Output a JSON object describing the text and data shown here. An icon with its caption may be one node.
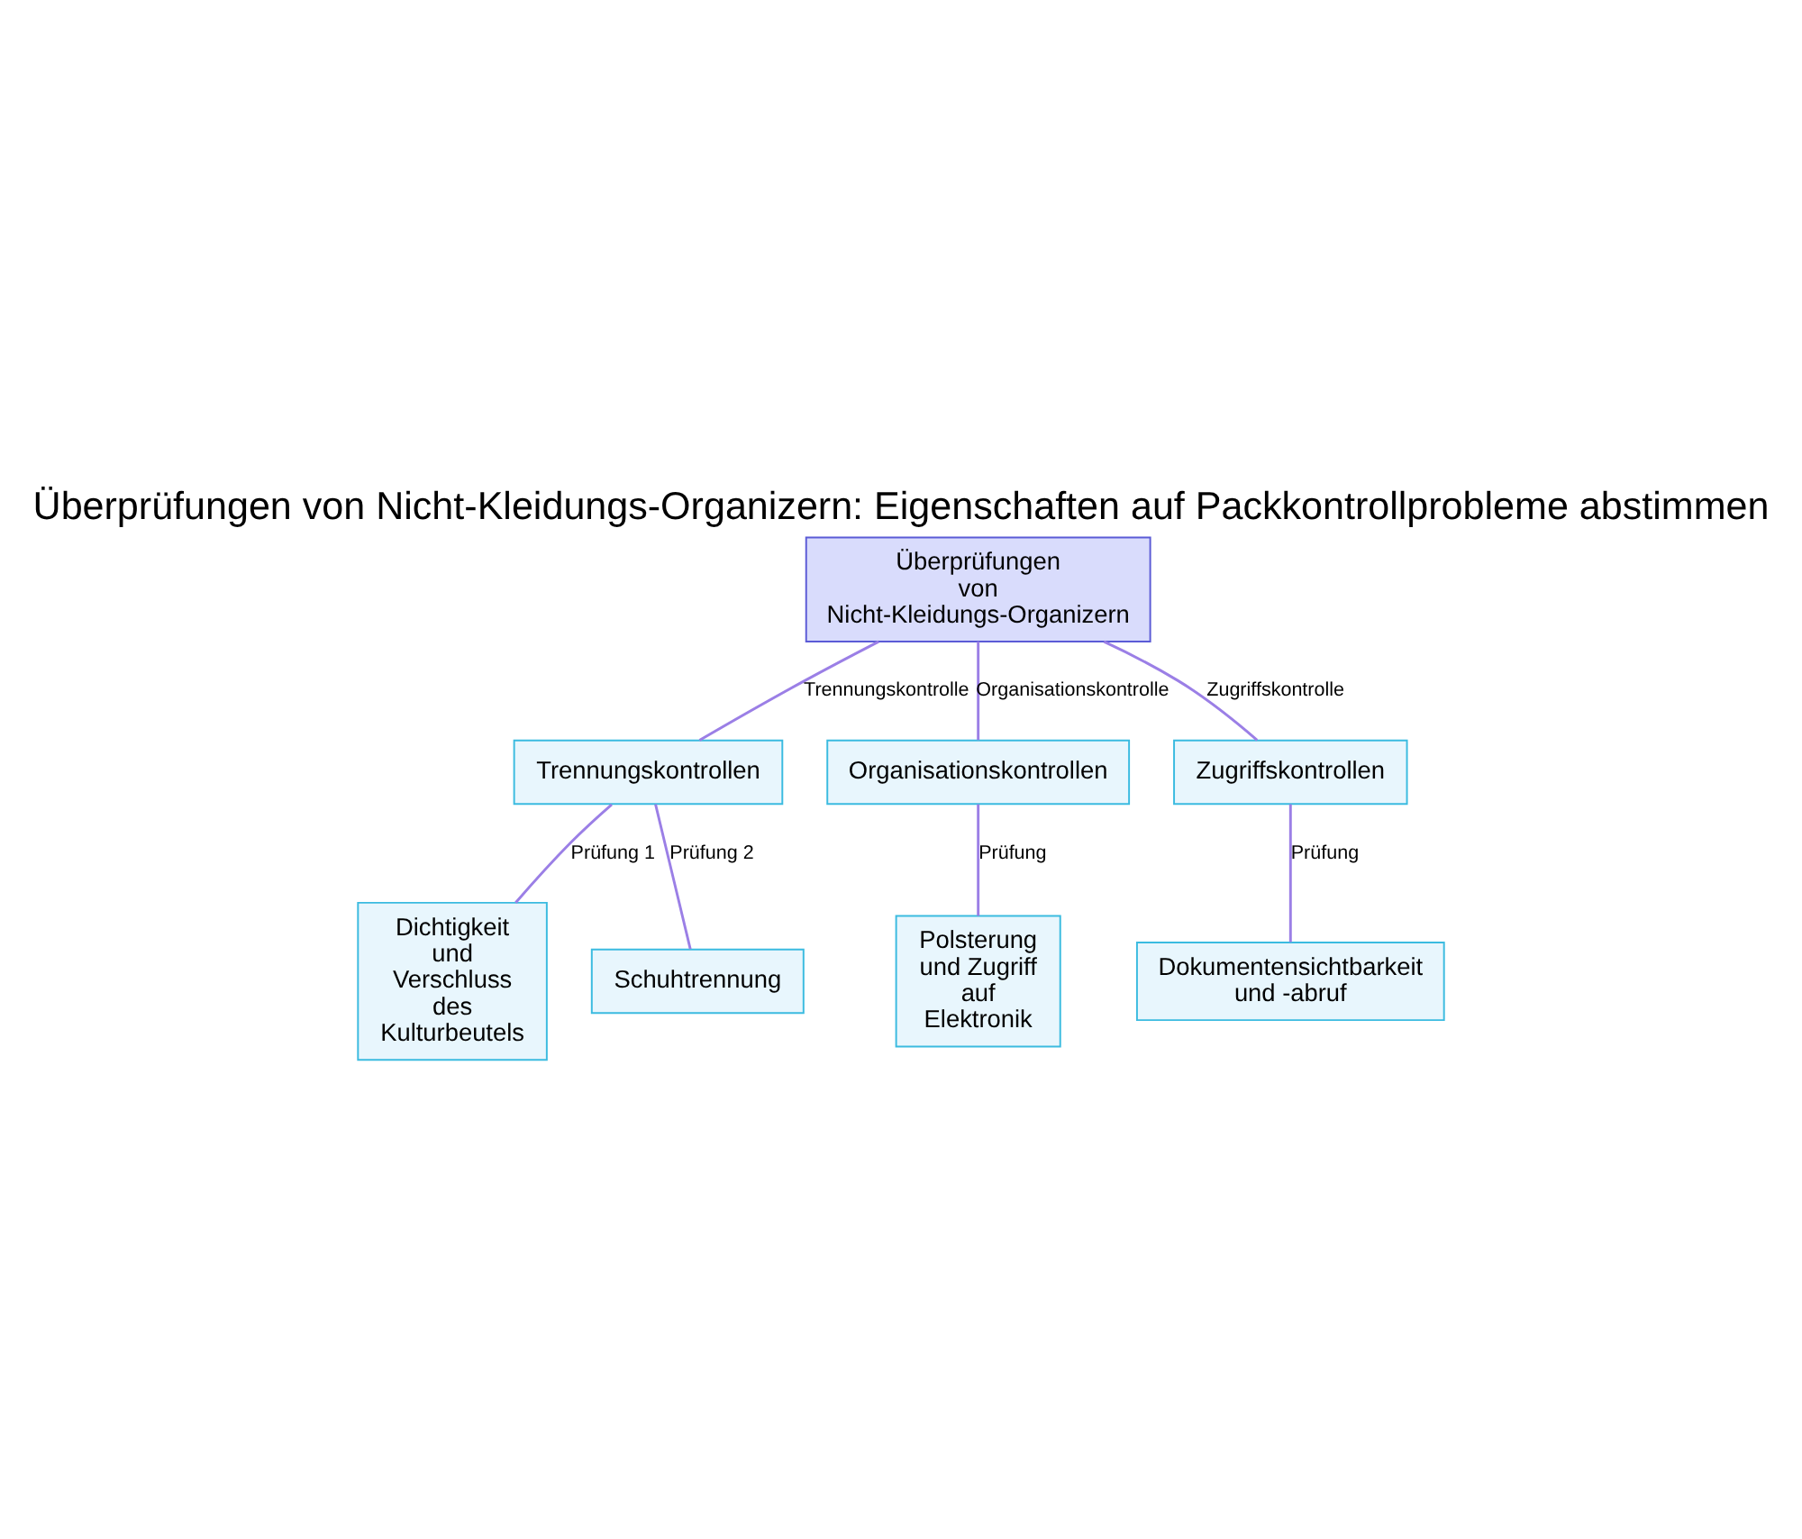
{
  "diagram": {
    "title": "Überprüfungen von Nicht-Kleidungs-Organizern: Eigenschaften auf Packkontrollprobleme abstimmen",
    "nodes": [
      {
        "text": [
          "Überprüfungen von Nicht-Kleidungs-Organizern"
        ]
      },
      {
        "text": [
          "Trennungskontrollen"
        ]
      },
      {
        "text": [
          "Organisationskontrollen"
        ]
      },
      {
        "text": [
          "Zugriffskontrollen"
        ]
      },
      {
        "text": [
          "Dichtigkeit und Verschluss des Kulturbeutels"
        ]
      },
      {
        "text": [
          "Schuhtrennung"
        ]
      },
      {
        "text": [
          "Polsterung und Zugriff auf Elektronik"
        ]
      },
      {
        "text": [
          "Dokumentensichtbarkeit und -abruf"
        ]
      }
    ],
    "edges": [
      {
        "from": 0,
        "to": 1,
        "arrow": "none",
        "label": "Trennungskontrolle"
      },
      {
        "from": 0,
        "to": 2,
        "arrow": "none",
        "label": "Organisationskontrolle"
      },
      {
        "from": 0,
        "to": 3,
        "arrow": "none",
        "label": "Zugriffskontrolle"
      },
      {
        "from": 1,
        "to": 4,
        "arrow": "none",
        "label": "Prüfung 1"
      },
      {
        "from": 1,
        "to": 5,
        "arrow": "none",
        "label": "Prüfung 2"
      },
      {
        "from": 2,
        "to": 6,
        "arrow": "none",
        "label": "Prüfung"
      },
      {
        "from": 3,
        "to": 7,
        "arrow": "none",
        "label": "Prüfung"
      }
    ]
  }
}
